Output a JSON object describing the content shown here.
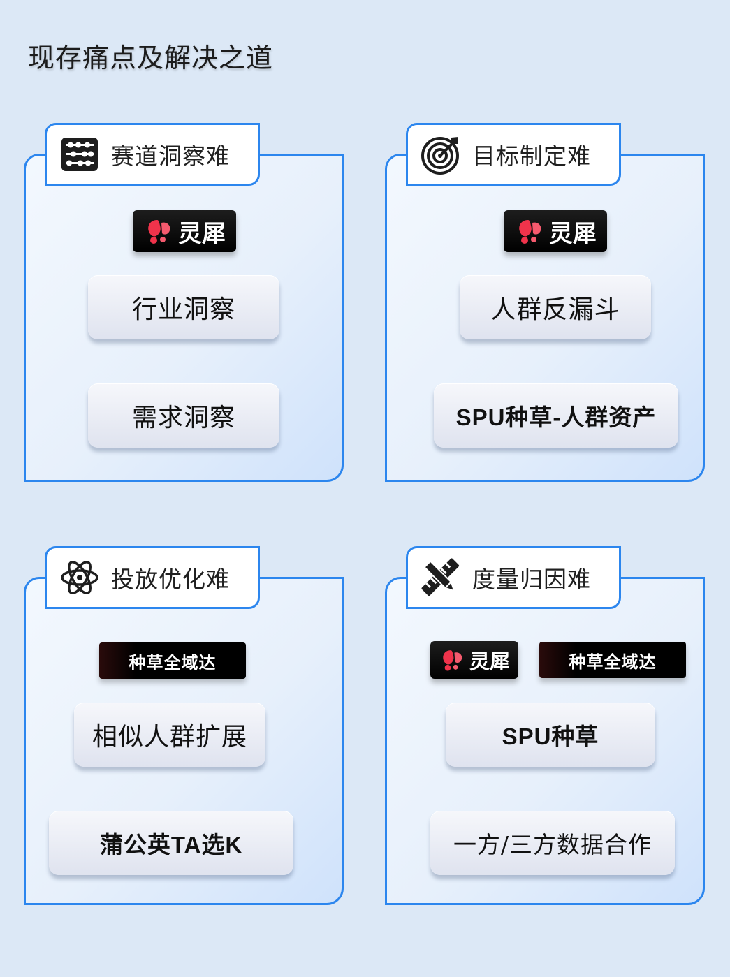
{
  "title": "现存痛点及解决之道",
  "panels": [
    {
      "tab_label": "赛道洞察难",
      "icon": "abacus-icon",
      "badges": [
        {
          "type": "logo",
          "text": "灵犀"
        }
      ],
      "items": [
        "行业洞察",
        "需求洞察"
      ]
    },
    {
      "tab_label": "目标制定难",
      "icon": "target-icon",
      "badges": [
        {
          "type": "logo",
          "text": "灵犀"
        }
      ],
      "items": [
        "人群反漏斗",
        "SPU种草-人群资产"
      ]
    },
    {
      "tab_label": "投放优化难",
      "icon": "atom-icon",
      "badges": [
        {
          "type": "text",
          "text": "种草全域达"
        }
      ],
      "items": [
        "相似人群扩展",
        "蒲公英TA选K"
      ]
    },
    {
      "tab_label": "度量归因难",
      "icon": "ruler-pencil-icon",
      "badges": [
        {
          "type": "logo",
          "text": "灵犀"
        },
        {
          "type": "text",
          "text": "种草全域达"
        }
      ],
      "items": [
        "SPU种草",
        "一方/三方数据合作"
      ]
    }
  ],
  "colors": {
    "accent": "#2c86ee",
    "background": "#dce8f6",
    "logo_red": "#f0334b"
  }
}
